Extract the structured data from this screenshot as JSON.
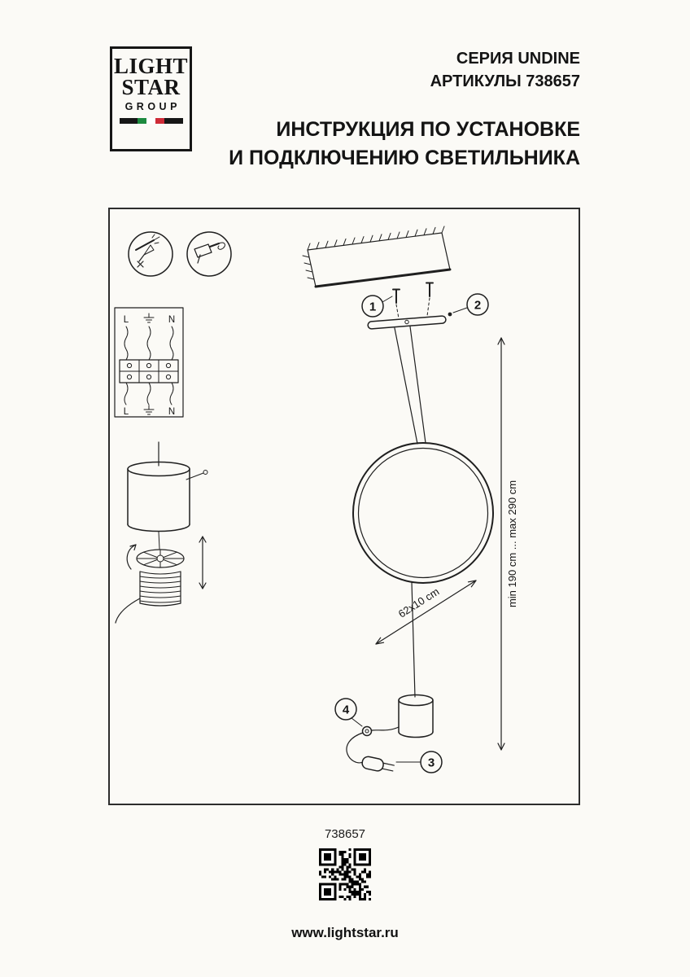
{
  "logo": {
    "line1": "LIGHT",
    "line2": "STAR",
    "line3": "GROUP"
  },
  "header": {
    "series": "СЕРИЯ UNDINE",
    "articles": "АРТИКУЛЫ 738657",
    "title1": "ИНСТРУКЦИЯ ПО УСТАНОВКЕ",
    "title2": "И ПОДКЛЮЧЕНИЮ СВЕТИЛЬНИКА"
  },
  "diagram": {
    "callout1": "1",
    "callout2": "2",
    "callout3": "3",
    "callout4": "4",
    "ring_dimension": "62x10 cm",
    "height_range": "min 190 cm ... max 290 cm",
    "wiring_top_left": "L",
    "wiring_top_right": "N",
    "wiring_bottom_left": "L",
    "wiring_bottom_right": "N"
  },
  "footer": {
    "article": "738657",
    "website": "www.lightstar.ru"
  },
  "colors": {
    "paper": "#fbfaf6",
    "ink": "#1c1c1c",
    "flag_green": "#1d8a3f",
    "flag_red": "#ce2b37"
  }
}
